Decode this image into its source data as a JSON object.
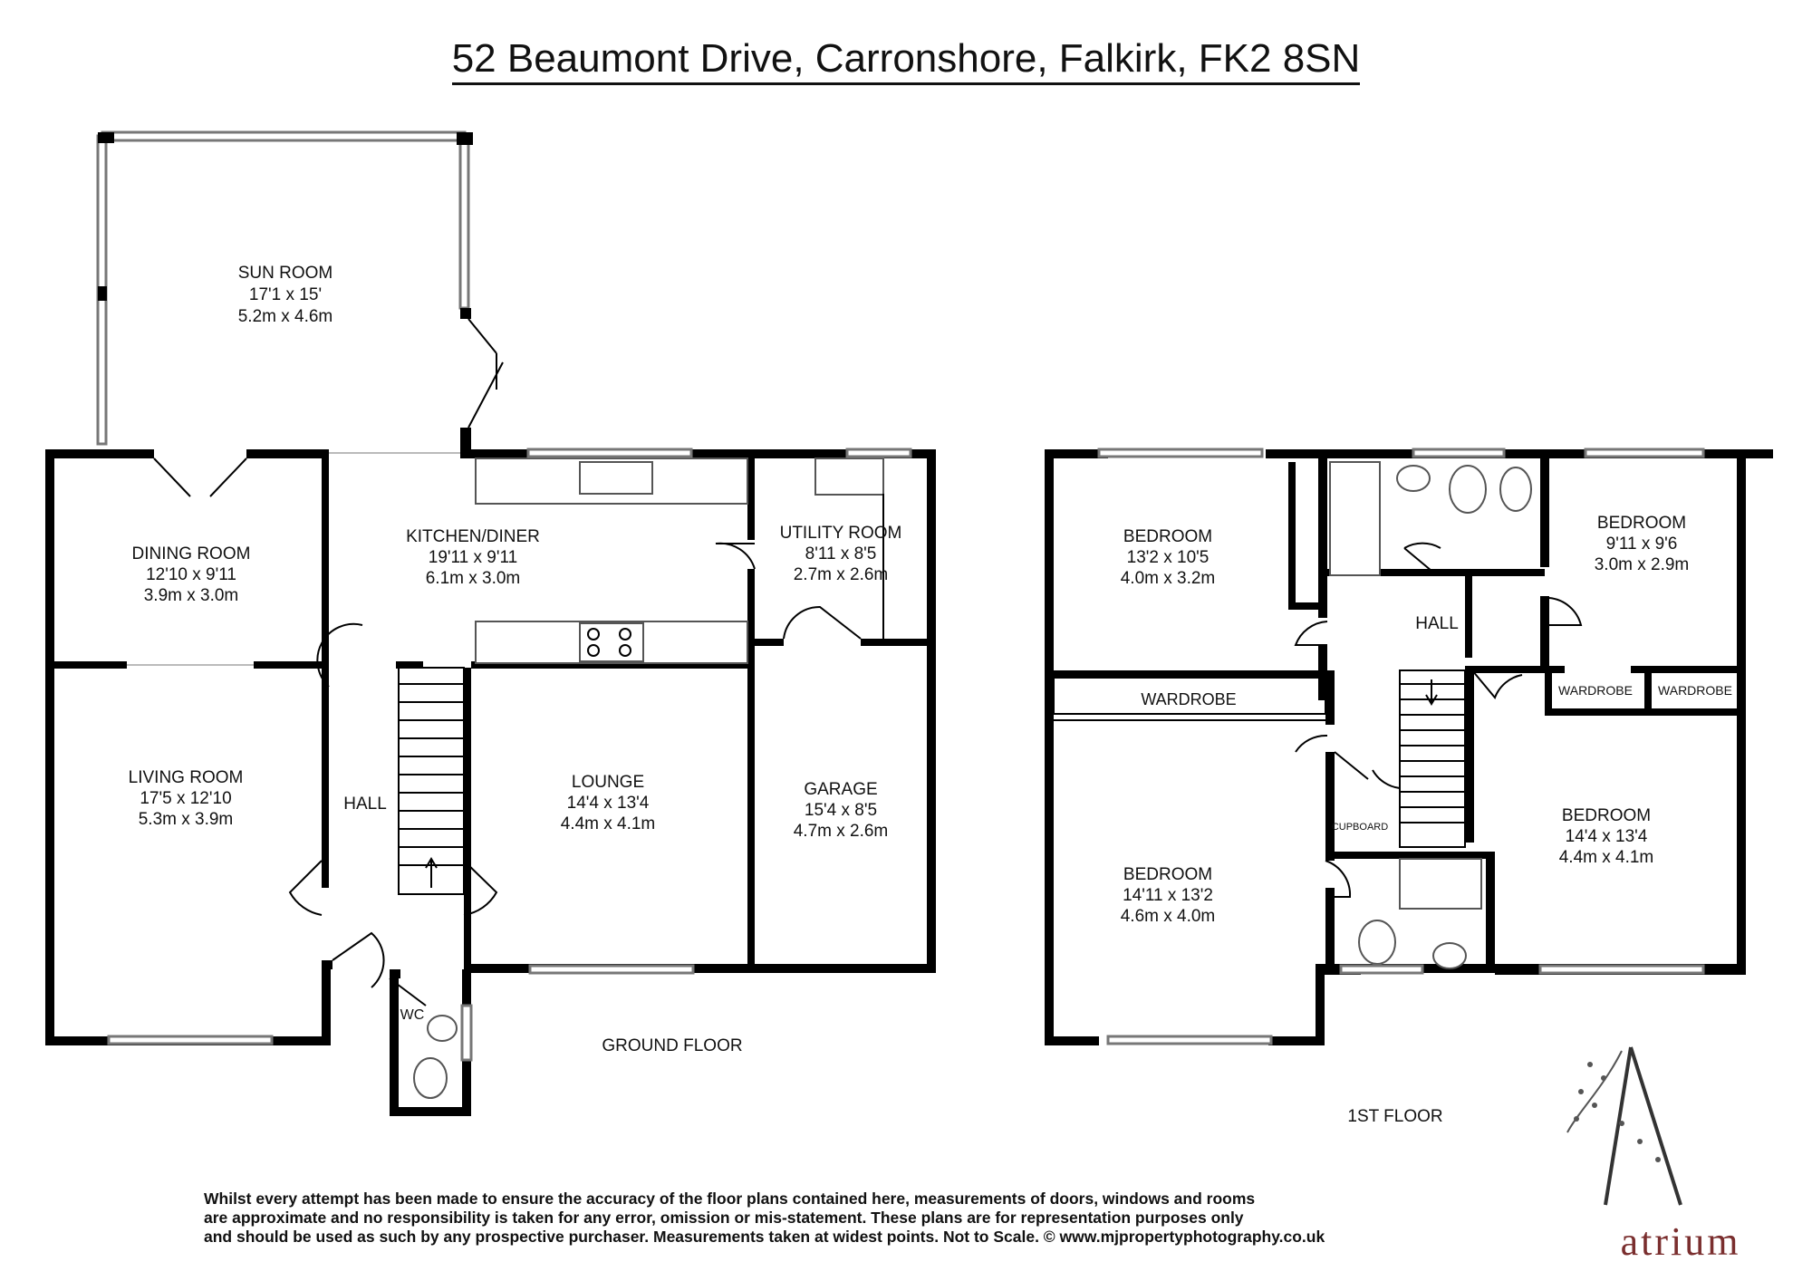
{
  "title": "52 Beaumont Drive, Carronshore, Falkirk, FK2 8SN",
  "ground_floor": {
    "label": "GROUND FLOOR",
    "rooms": [
      {
        "name": "SUN ROOM",
        "imperial": "17'1 x 15'",
        "metric": "5.2m x 4.6m"
      },
      {
        "name": "DINING ROOM",
        "imperial": "12'10 x 9'11",
        "metric": "3.9m x 3.0m"
      },
      {
        "name": "KITCHEN/DINER",
        "imperial": "19'11 x 9'11",
        "metric": "6.1m x 3.0m"
      },
      {
        "name": "UTILITY ROOM",
        "imperial": "8'11 x 8'5",
        "metric": "2.7m x 2.6m"
      },
      {
        "name": "LIVING ROOM",
        "imperial": "17'5 x 12'10",
        "metric": "5.3m x 3.9m"
      },
      {
        "name": "HALL"
      },
      {
        "name": "LOUNGE",
        "imperial": "14'4 x 13'4",
        "metric": "4.4m x 4.1m"
      },
      {
        "name": "GARAGE",
        "imperial": "15'4 x 8'5",
        "metric": "4.7m x 2.6m"
      },
      {
        "name": "WC"
      }
    ]
  },
  "first_floor": {
    "label": "1ST FLOOR",
    "rooms": [
      {
        "name": "BEDROOM",
        "imperial": "13'2 x 10'5",
        "metric": "4.0m x 3.2m"
      },
      {
        "name": "HALL"
      },
      {
        "name": "BEDROOM",
        "imperial": "9'11 x 9'6",
        "metric": "3.0m x 2.9m"
      },
      {
        "name": "WARDROBE"
      },
      {
        "name": "WARDROBE"
      },
      {
        "name": "WARDROBE"
      },
      {
        "name": "BEDROOM",
        "imperial": "14'11 x 13'2",
        "metric": "4.6m x 4.0m"
      },
      {
        "name": "CUPBOARD"
      },
      {
        "name": "BEDROOM",
        "imperial": "14'4 x 13'4",
        "metric": "4.4m x 4.1m"
      }
    ]
  },
  "disclaimer": [
    "Whilst every attempt has been made to ensure the accuracy of the floor plans contained here, measurements of doors, windows and rooms",
    "are approximate and no responsibility is taken for any error, omission or mis-statement. These plans are for representation purposes only",
    "and should be used as such by any prospective purchaser.  Measurements taken at widest points. Not to Scale. © www.mjpropertyphotography.co.uk"
  ],
  "brand": "atrium",
  "colors": {
    "walls": "#000000",
    "brand": "#7a2e2e",
    "windows": "#777777"
  }
}
